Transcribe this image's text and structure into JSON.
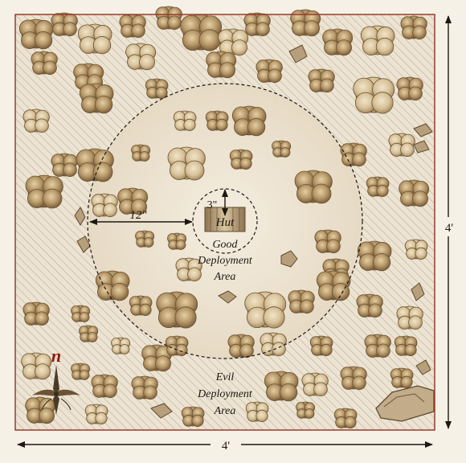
{
  "map": {
    "width_label": "4'",
    "height_label": "4'",
    "deployment_radius_label": "12\"",
    "hut_radius_label": "3\"",
    "hut_label": "Hut",
    "good_area_label": [
      "Good",
      "Deployment",
      "Area"
    ],
    "evil_area_label": [
      "Evil",
      "Deployment",
      "Area"
    ],
    "compass_label": "n"
  },
  "colors": {
    "border": "#9a3b2c",
    "compass_n": "#8b1a10",
    "parchment": "#f1e9d9",
    "clearing": "#e8ddc9",
    "hatch": "#bfb3a0",
    "tree": "#a88e62",
    "tree_dark": "#6b5433"
  }
}
